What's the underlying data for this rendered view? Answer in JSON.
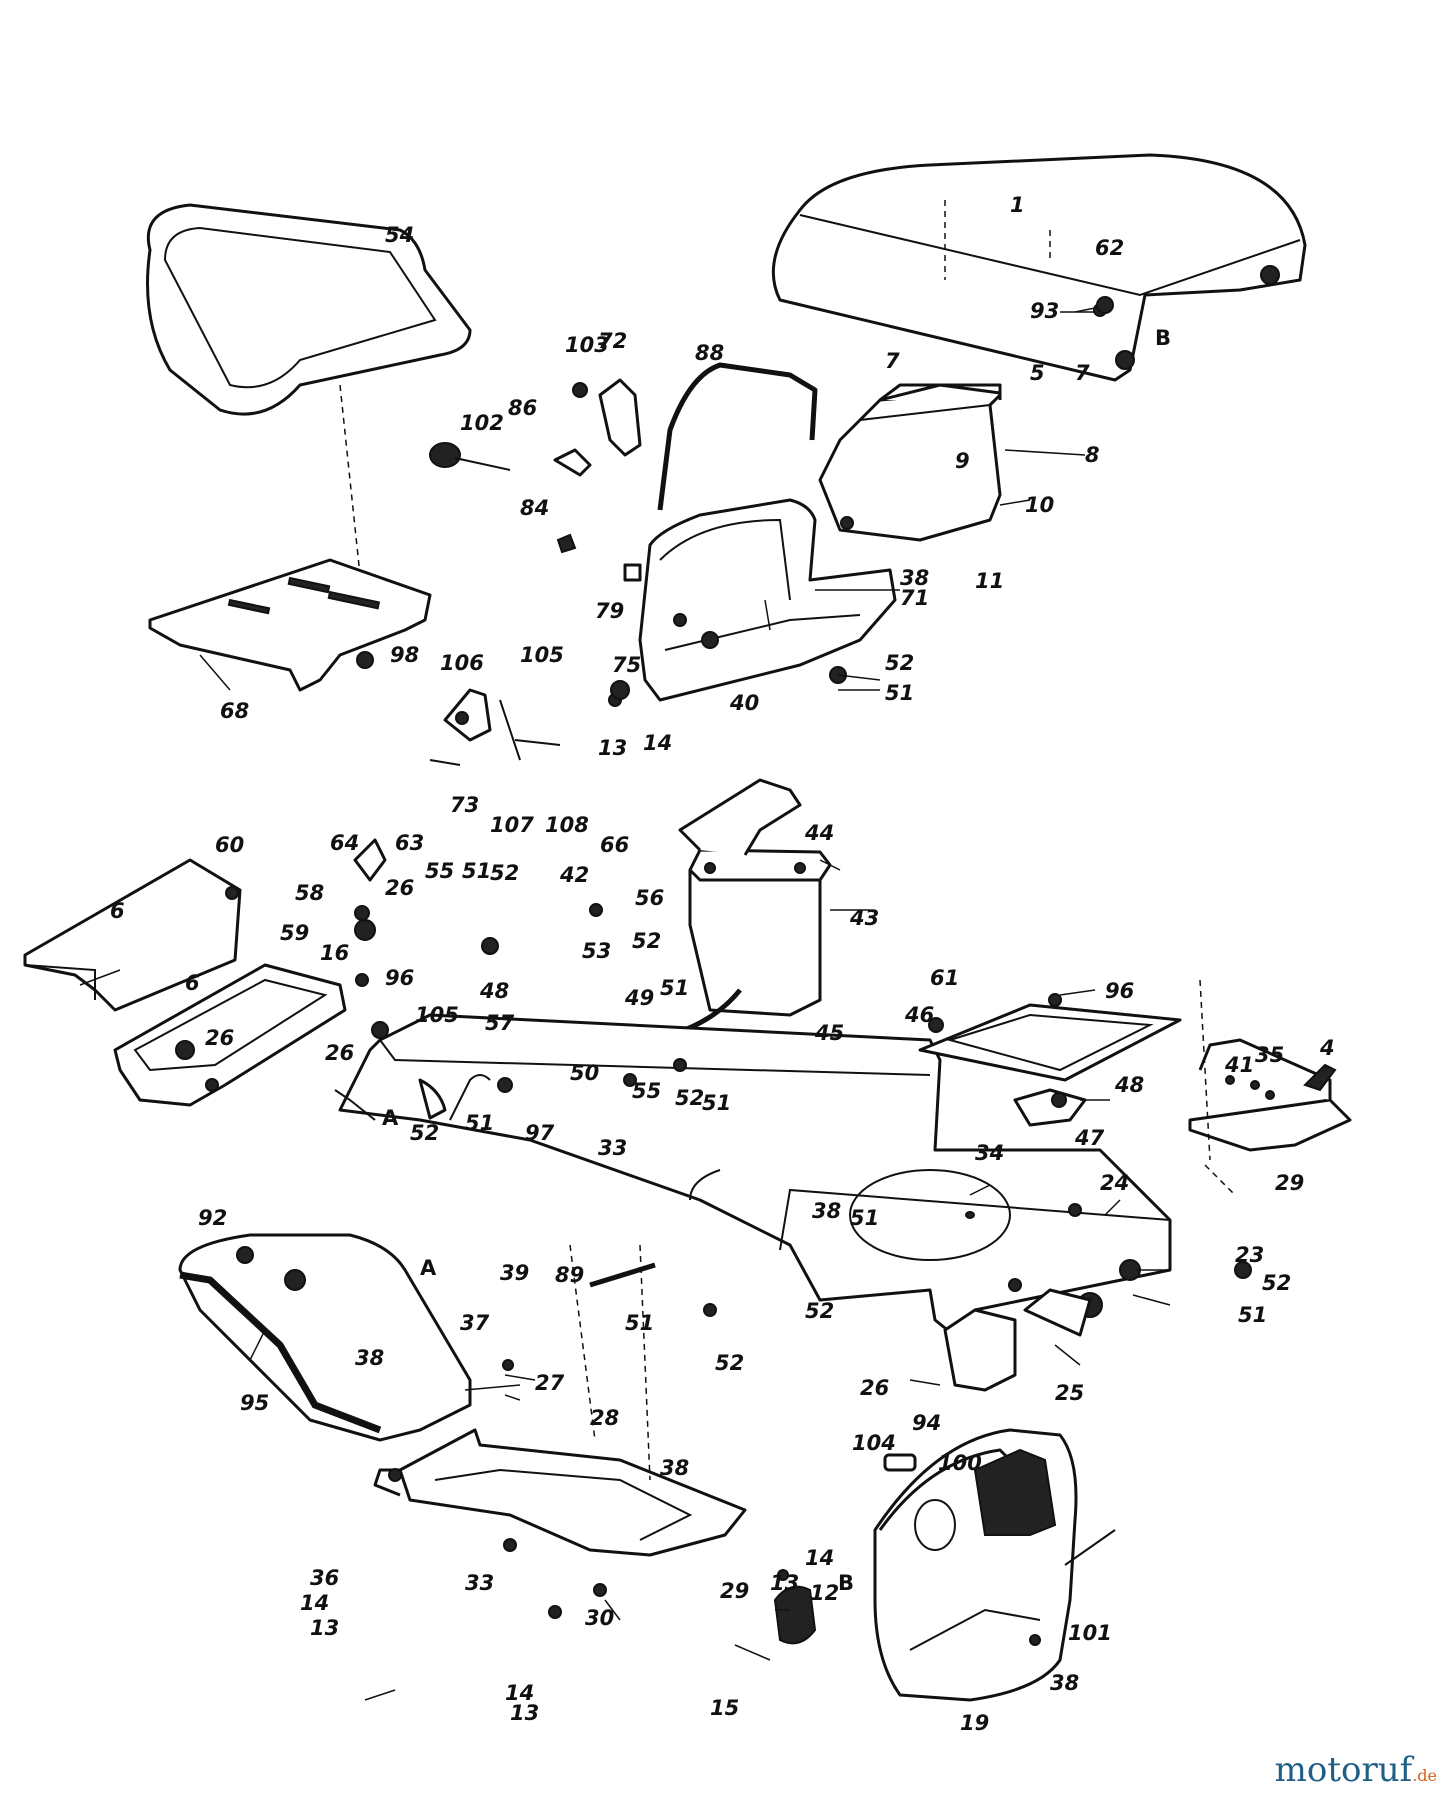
{
  "labels": [
    "1",
    "4",
    "5",
    "6",
    "7",
    "8",
    "9",
    "10",
    "11",
    "12",
    "13",
    "14",
    "15",
    "16",
    "19",
    "23",
    "24",
    "25",
    "26",
    "27",
    "28",
    "29",
    "30",
    "33",
    "34",
    "35",
    "36",
    "37",
    "38",
    "39",
    "40",
    "41",
    "42",
    "43",
    "44",
    "45",
    "46",
    "47",
    "48",
    "49",
    "50",
    "51",
    "52",
    "53",
    "54",
    "55",
    "56",
    "57",
    "58",
    "59",
    "60",
    "61",
    "62",
    "63",
    "64",
    "66",
    "68",
    "71",
    "72",
    "73",
    "75",
    "79",
    "84",
    "86",
    "88",
    "89",
    "92",
    "93",
    "94",
    "95",
    "96",
    "97",
    "98",
    "100",
    "101",
    "102",
    "103",
    "104",
    "105",
    "106",
    "107",
    "108",
    "A",
    "B"
  ],
  "watermark": {
    "main": "motoruf",
    "suffix": ".de"
  }
}
